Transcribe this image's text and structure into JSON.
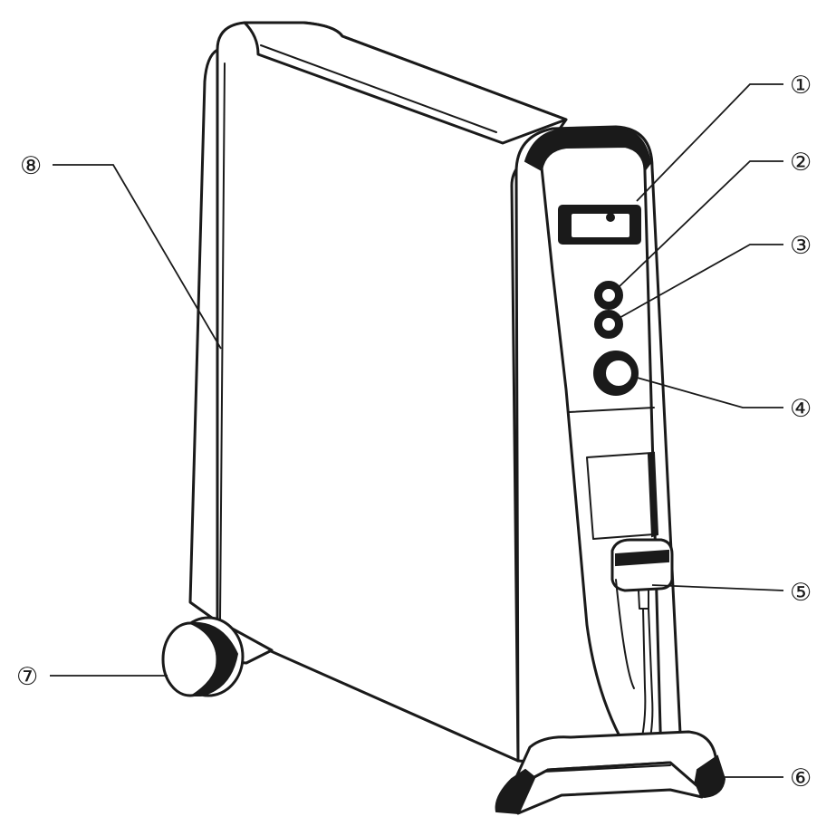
{
  "callouts": [
    {
      "id": "1",
      "label": "①"
    },
    {
      "id": "2",
      "label": "②"
    },
    {
      "id": "3",
      "label": "③"
    },
    {
      "id": "4",
      "label": "④"
    },
    {
      "id": "5",
      "label": "⑤"
    },
    {
      "id": "6",
      "label": "⑥"
    },
    {
      "id": "7",
      "label": "⑦"
    },
    {
      "id": "8",
      "label": "⑧"
    }
  ],
  "colors": {
    "ink": "#1a1a1a",
    "paper": "#ffffff"
  }
}
